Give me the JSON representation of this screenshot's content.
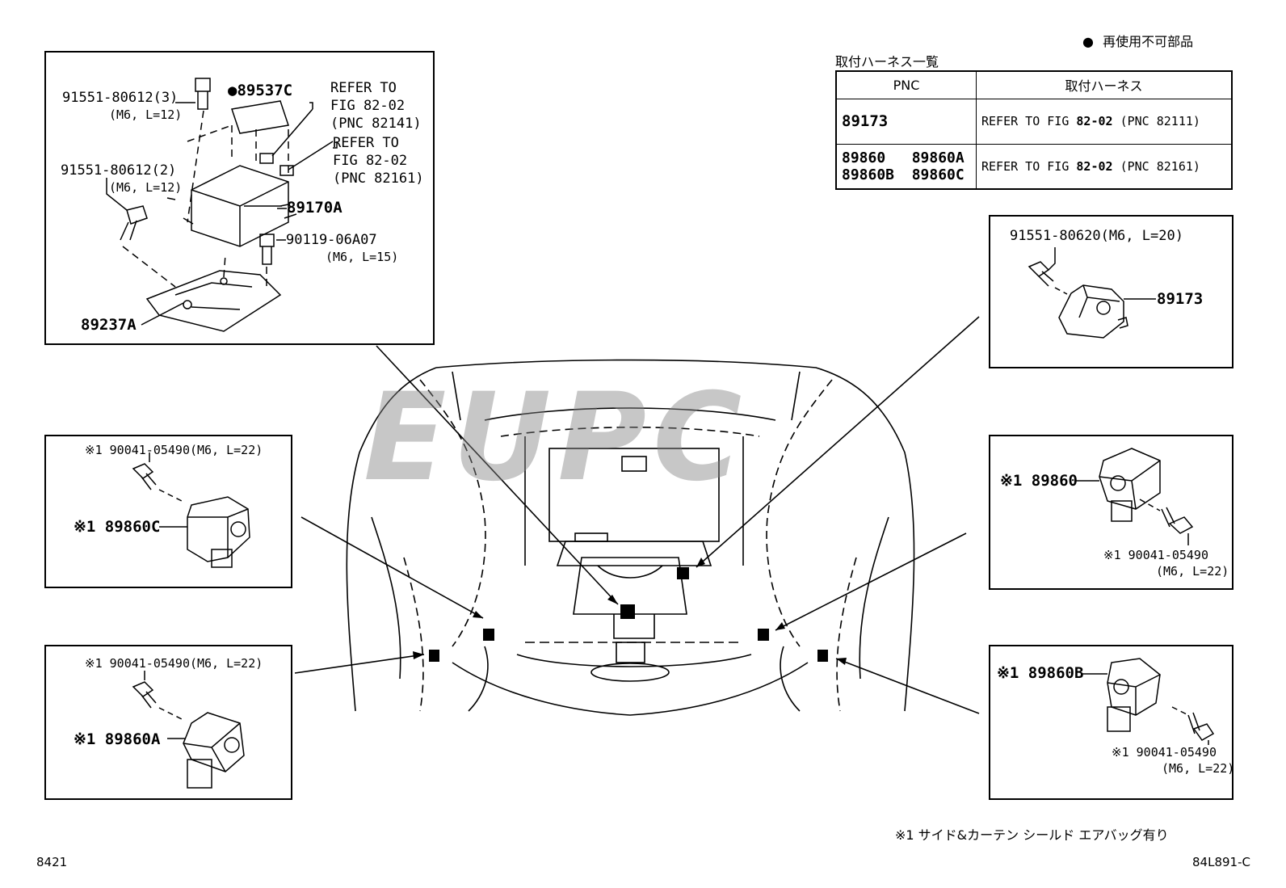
{
  "legend": {
    "marker": "●",
    "text": "再使用不可部品"
  },
  "harness_table": {
    "title": "取付ハーネス一覧",
    "headers": [
      "PNC",
      "取付ハーネス"
    ],
    "rows": [
      {
        "pnc_line1": "89173",
        "pnc_line2": "",
        "harness_pre": "REFER TO FIG ",
        "harness_fig": "82-02",
        "harness_post": " (PNC 82111)"
      },
      {
        "pnc_line1": "89860   89860A",
        "pnc_line2": "89860B  89860C",
        "harness_pre": "REFER TO FIG ",
        "harness_fig": "82-02",
        "harness_post": " (PNC 82161)"
      }
    ]
  },
  "ecu_box": {
    "bolt3_pn": "91551-80612(3)",
    "bolt3_spec": "(M6, L=12)",
    "label_pn": "●89537C",
    "refer1_l1": "REFER TO",
    "refer1_l2": "FIG 82-02",
    "refer1_l3": "(PNC 82141)",
    "refer2_l1": "REFER TO",
    "refer2_l2": "FIG 82-02",
    "refer2_l3": "(PNC 82161)",
    "bolt2_pn": "91551-80612(2)",
    "bolt2_spec": "(M6, L=12)",
    "ecu_pn": "89170A",
    "bolt_pn": "90119-06A07",
    "bolt_spec": "(M6, L=15)",
    "bracket_pn": "89237A"
  },
  "sensor_89173": {
    "bolt_pn": "91551-80620(M6, L=20)",
    "part_pn": "89173"
  },
  "sensor_89860C": {
    "bolt_pn": "※1 90041-05490(M6, L=22)",
    "part_pn": "※1 89860C"
  },
  "sensor_89860A": {
    "bolt_pn": "※1 90041-05490(M6, L=22)",
    "part_pn": "※1 89860A"
  },
  "sensor_89860": {
    "part_pn": "※1 89860",
    "bolt_pn": "※1 90041-05490",
    "bolt_spec": "(M6, L=22)"
  },
  "sensor_89860B": {
    "part_pn": "※1 89860B",
    "bolt_pn": "※1 90041-05490",
    "bolt_spec": "(M6, L=22)"
  },
  "footnote": "※1 サイド&カーテン シールド エアバッグ有り",
  "page_left": "8421",
  "page_right": "84L891-C",
  "watermark": "EUPC"
}
